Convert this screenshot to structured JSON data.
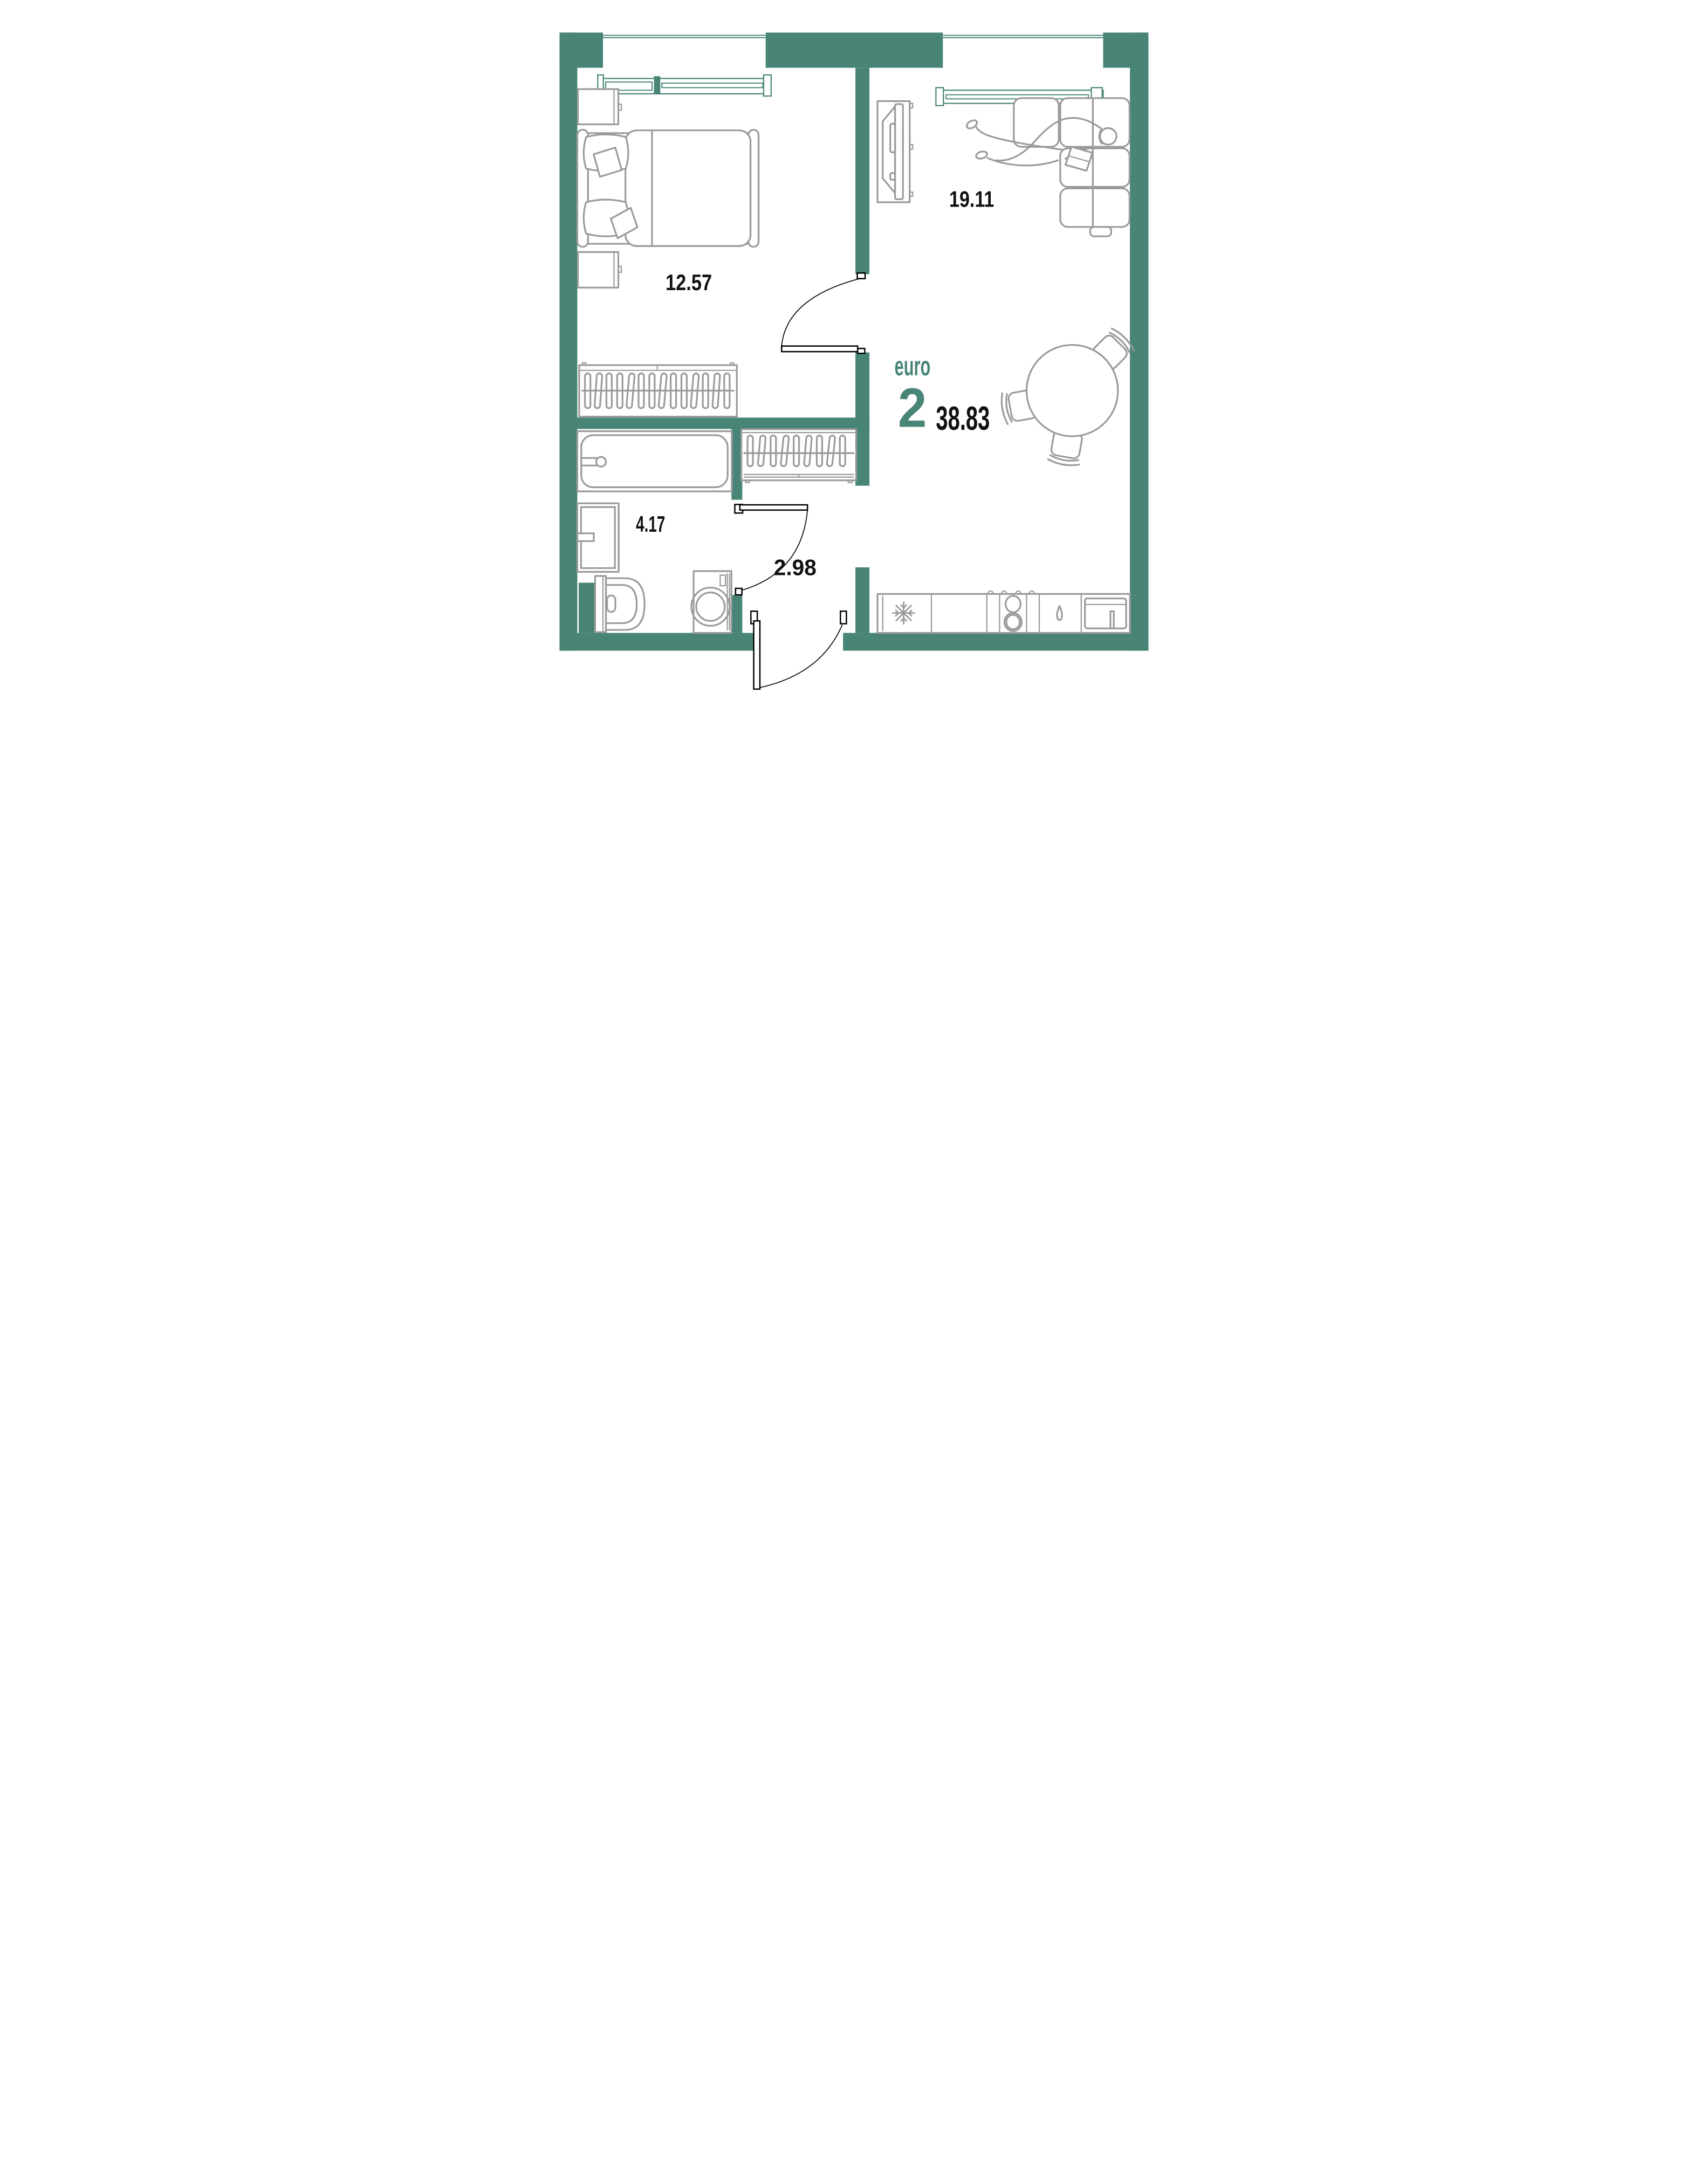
{
  "summary": {
    "type_label": "euro",
    "rooms_count": "2",
    "total_area": "38.83"
  },
  "rooms": [
    {
      "name": "bedroom",
      "area": "12.57"
    },
    {
      "name": "living-kitchen",
      "area": "19.11"
    },
    {
      "name": "bathroom",
      "area": "4.17"
    },
    {
      "name": "hallway",
      "area": "2.98"
    }
  ],
  "icons": {
    "fridge": "snowflake-icon",
    "stove": "burner-rings-icon",
    "kitchen_sink": "water-drop-icon"
  },
  "colors": {
    "wall": "#488577",
    "accent": "#488577",
    "furniture": "#9a9a9a",
    "door": "#000000",
    "text": "#111111",
    "background": "#ffffff"
  }
}
